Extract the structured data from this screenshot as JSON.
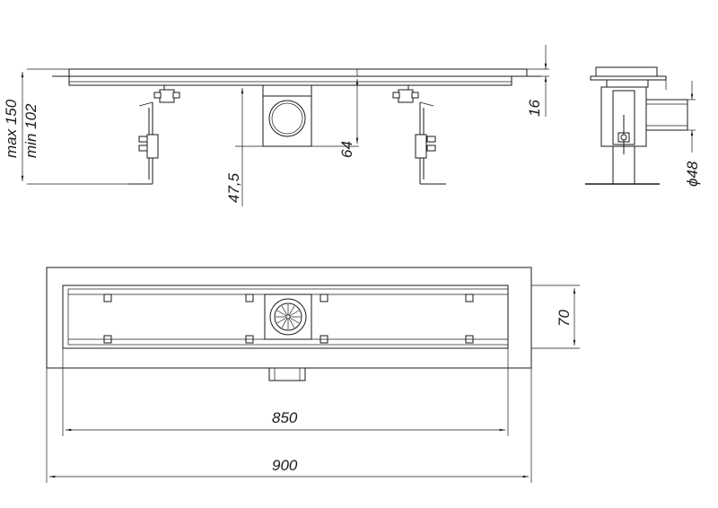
{
  "dimensions": {
    "max_height": "max 150",
    "min_height": "min 102",
    "depth_47_5": "47,5",
    "depth_64": "64",
    "grate_16": "16",
    "pipe_diameter": "ϕ48",
    "width_70": "70",
    "length_850": "850",
    "length_900": "900"
  }
}
